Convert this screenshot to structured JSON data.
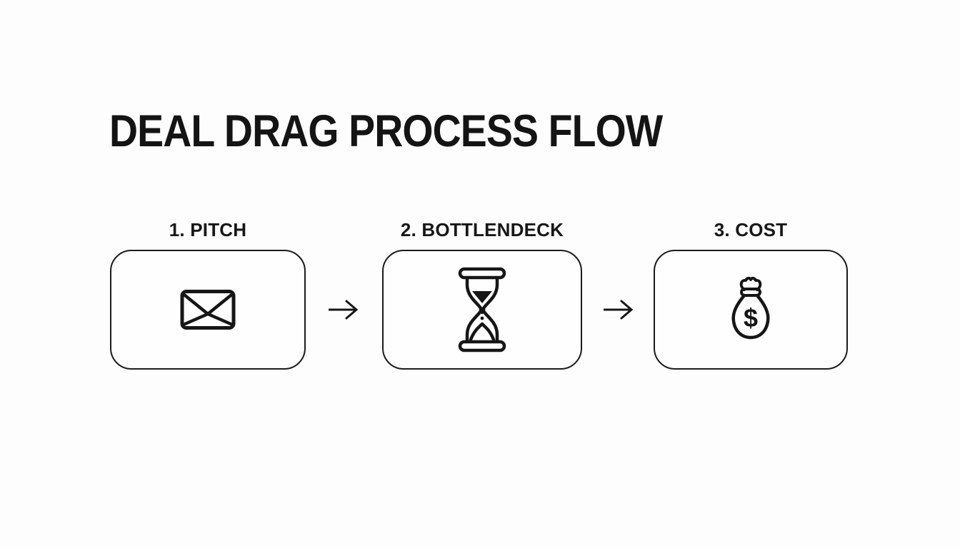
{
  "page": {
    "background": "#fdfdfd",
    "ink": "#161616"
  },
  "title": "DEAL DRAG PROCESS FLOW",
  "flow": {
    "steps": [
      {
        "label": "1. PITCH",
        "icon": "envelope-icon"
      },
      {
        "label": "2. BOTTLENDECK",
        "icon": "hourglass-icon"
      },
      {
        "label": "3. COST",
        "icon": "money-bag-icon",
        "icon_glyph": "$"
      }
    ],
    "connector_icon": "arrow-right-icon"
  }
}
